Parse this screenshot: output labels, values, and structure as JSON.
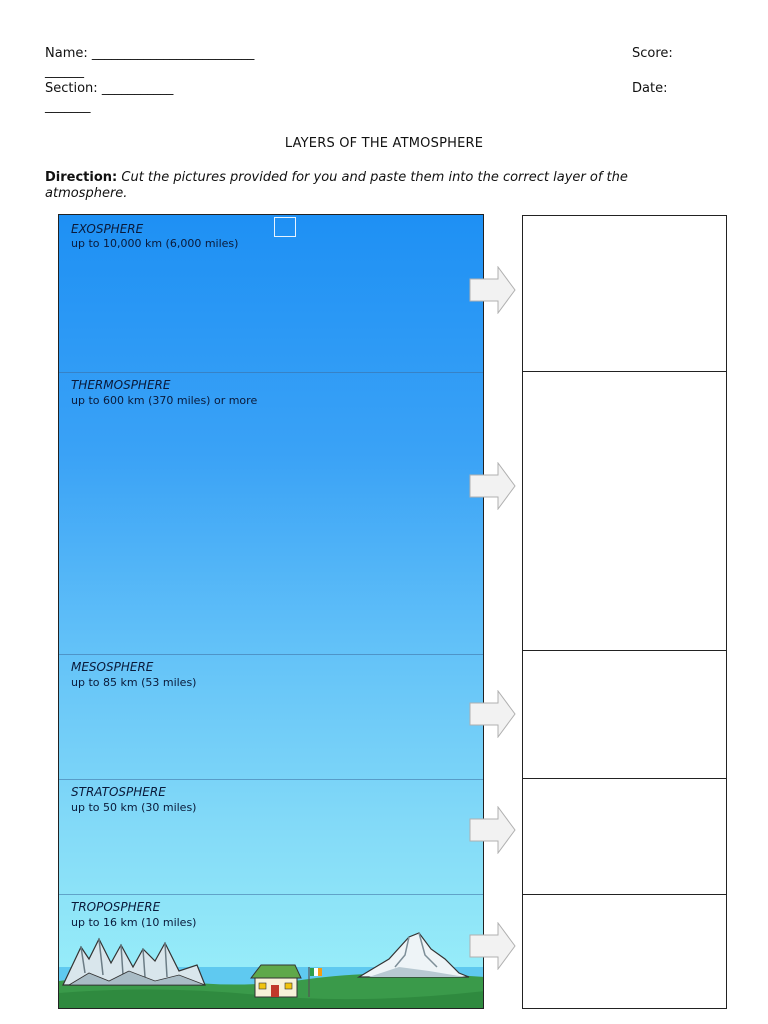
{
  "header": {
    "name_label": "Name:",
    "name_line": "_________________________",
    "score_label": "Score:",
    "score_line": "______",
    "section_label": "Section:",
    "section_line": "___________",
    "date_label": "Date:",
    "date_line": "_______"
  },
  "title": "LAYERS OF THE ATMOSPHERE",
  "direction": {
    "label": "Direction:",
    "text": "Cut the pictures provided for you and paste them into the correct layer of the atmosphere."
  },
  "layers": [
    {
      "name": "EXOSPHERE",
      "range": "up to 10,000 km (6,000 miles)"
    },
    {
      "name": "THERMOSPHERE",
      "range": "up to 600 km (370 miles) or more"
    },
    {
      "name": "MESOSPHERE",
      "range": "up to 85 km (53 miles)"
    },
    {
      "name": "STRATOSPHERE",
      "range": "up to 50 km (30 miles)"
    },
    {
      "name": "TROPOSPHERE",
      "range": "up to 16 km (10 miles)"
    }
  ],
  "colors": {
    "sky_top": "#1e90f4",
    "sky_bottom": "#9cf1f9",
    "ground": "#3a9a4a",
    "text": "#0a1a3a"
  },
  "icons": [
    "arrow-right-icon",
    "mountain-icon",
    "house-icon",
    "flag-icon"
  ]
}
